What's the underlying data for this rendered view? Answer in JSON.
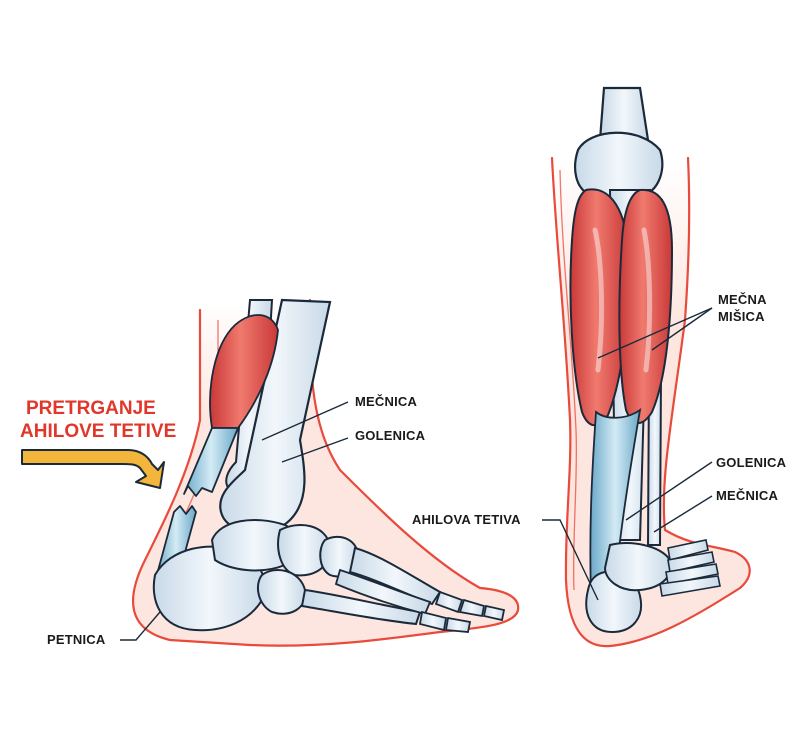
{
  "colors": {
    "skin_outline": "#e84a3c",
    "skin_fill": "#fde6df",
    "muscle": "#d84444",
    "muscle_light": "#f07a6e",
    "tendon": "#7fb7d3",
    "tendon_light": "#cfe6f1",
    "bone_fill": "#e5eef6",
    "bone_outline": "#1b2a3a",
    "arrow": "#f4b53d",
    "alert_text": "#e0372a",
    "label_text": "#1a1a1a"
  },
  "left_view": {
    "title_line1": "PRETRGANJE",
    "title_line2": "AHILOVE TETIVE",
    "label_fibula": "MEČNICA",
    "label_tibia": "GOLENICA",
    "label_heel": "PETNICA"
  },
  "right_view": {
    "label_calf_line1": "MEČNA",
    "label_calf_line2": "MIŠICA",
    "label_tibia": "GOLENICA",
    "label_fibula": "MEČNICA",
    "label_achilles": "AHILOVA TETIVA"
  }
}
